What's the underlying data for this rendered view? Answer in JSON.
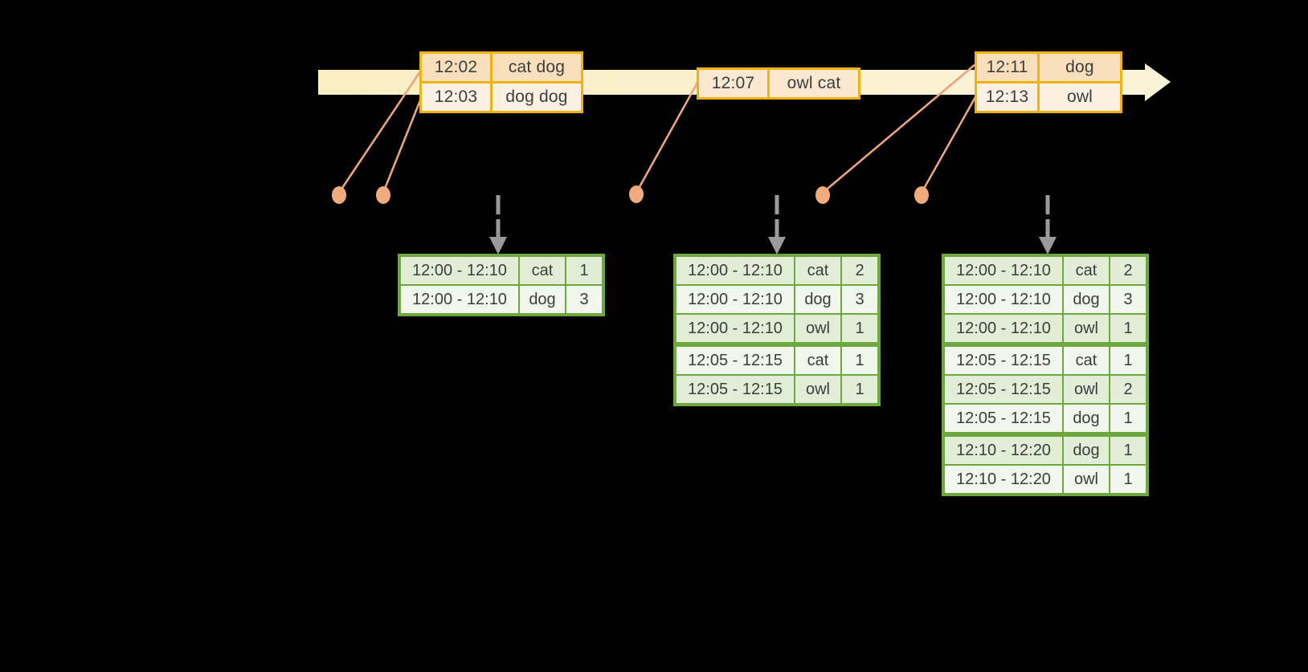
{
  "palette": {
    "background": "#000000",
    "timeline_band": "#F9EDC3",
    "timeline_arrow": "#FBF4D8",
    "event_border": "#F0B213",
    "event_row_dark": "#FADFBC",
    "event_row_light": "#FCF1E2",
    "connector": "#E9A57E",
    "dot": "#F2AB7C",
    "trigger_arrow": "#9A9A9A",
    "result_border": "#6CA83E",
    "result_row_dark": "#E2EDD8",
    "result_row_light": "#F2F7ED",
    "text": "#3D3D3D"
  },
  "event_tables": [
    {
      "rows": [
        {
          "time": "12:02",
          "words": "cat dog"
        },
        {
          "time": "12:03",
          "words": "dog dog"
        }
      ]
    },
    {
      "rows": [
        {
          "time": "12:07",
          "words": "owl cat"
        }
      ]
    },
    {
      "rows": [
        {
          "time": "12:11",
          "words": "dog"
        },
        {
          "time": "12:13",
          "words": "owl"
        }
      ]
    }
  ],
  "result_tables": [
    {
      "rows": [
        {
          "window": "12:00 - 12:10",
          "word": "cat",
          "count": "1"
        },
        {
          "window": "12:00 - 12:10",
          "word": "dog",
          "count": "3"
        }
      ]
    },
    {
      "rows": [
        {
          "window": "12:00 - 12:10",
          "word": "cat",
          "count": "2"
        },
        {
          "window": "12:00 - 12:10",
          "word": "dog",
          "count": "3"
        },
        {
          "window": "12:00 - 12:10",
          "word": "owl",
          "count": "1"
        },
        {
          "window": "12:05 - 12:15",
          "word": "cat",
          "count": "1"
        },
        {
          "window": "12:05 - 12:15",
          "word": "owl",
          "count": "1"
        }
      ]
    },
    {
      "rows": [
        {
          "window": "12:00 - 12:10",
          "word": "cat",
          "count": "2"
        },
        {
          "window": "12:00 - 12:10",
          "word": "dog",
          "count": "3"
        },
        {
          "window": "12:00 - 12:10",
          "word": "owl",
          "count": "1"
        },
        {
          "window": "12:05 - 12:15",
          "word": "cat",
          "count": "1"
        },
        {
          "window": "12:05 - 12:15",
          "word": "owl",
          "count": "2"
        },
        {
          "window": "12:05 - 12:15",
          "word": "dog",
          "count": "1"
        },
        {
          "window": "12:10 - 12:20",
          "word": "dog",
          "count": "1"
        },
        {
          "window": "12:10 - 12:20",
          "word": "owl",
          "count": "1"
        }
      ]
    }
  ]
}
